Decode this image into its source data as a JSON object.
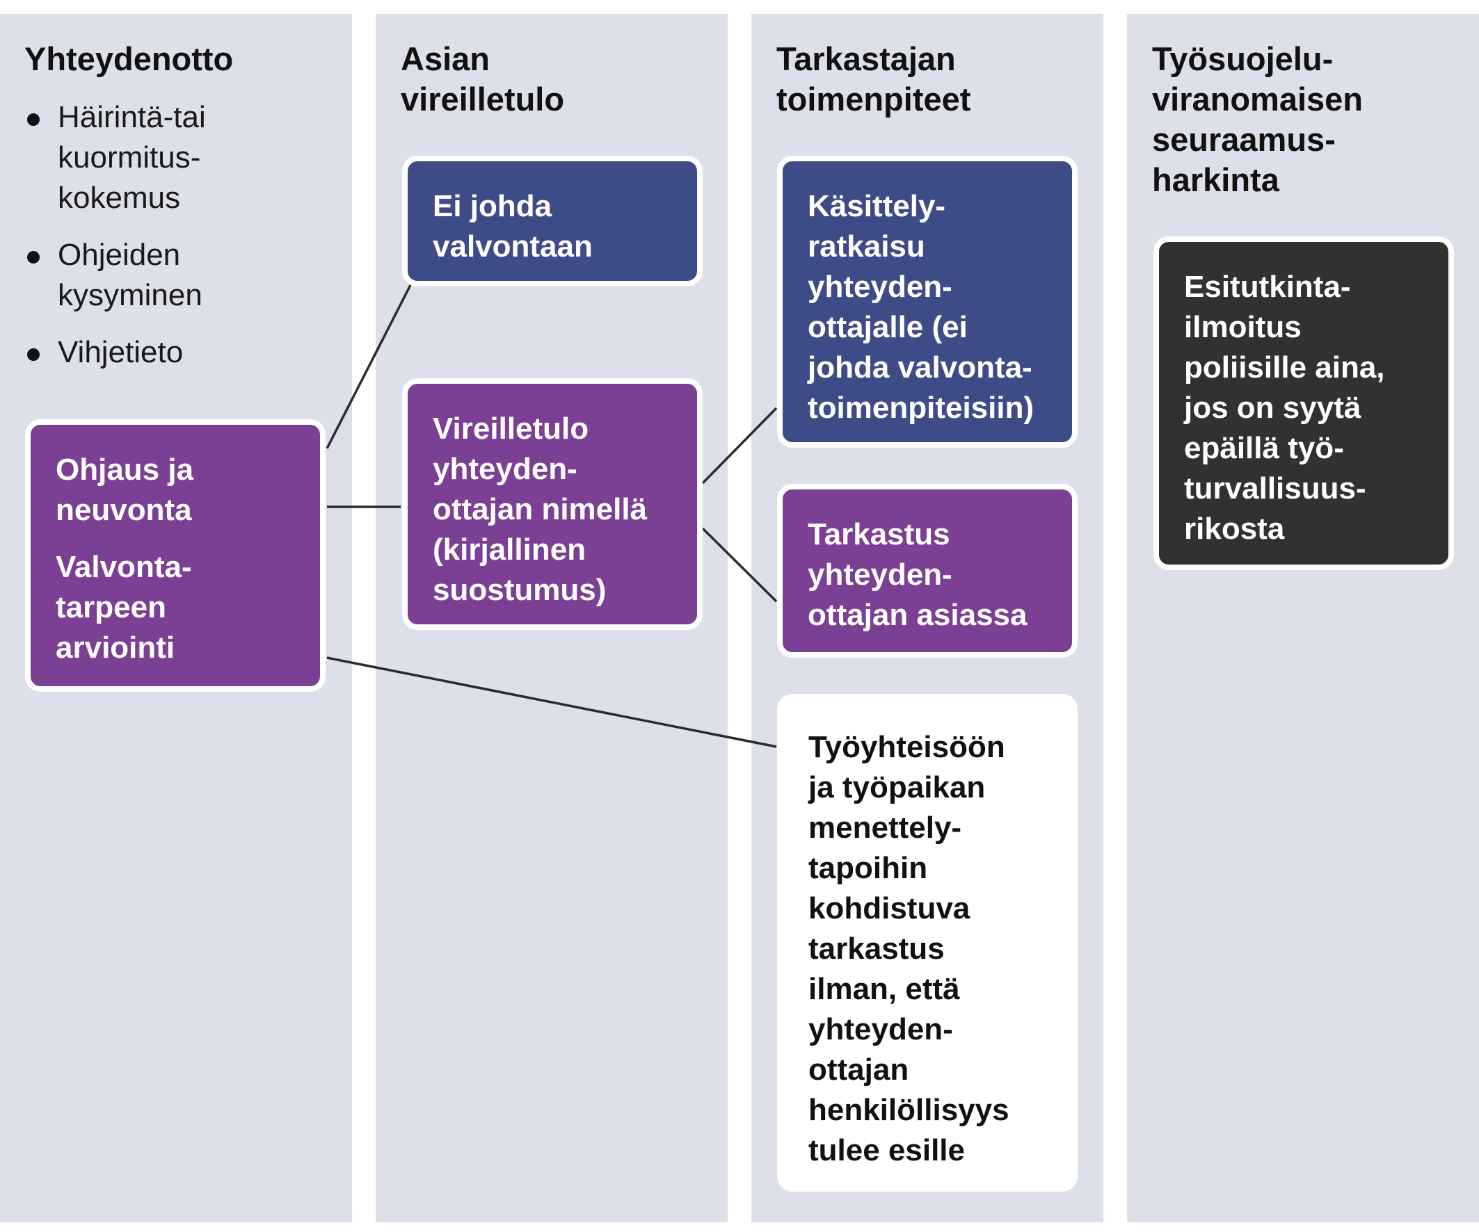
{
  "columns": [
    {
      "title": "Yhteydenotto",
      "bullets": [
        "Häirintä-tai\nkuormitus-\nkokemus",
        "Ohjeiden\nkysyminen",
        "Vihjetieto"
      ]
    },
    {
      "title": "Asian\nvireilletulo"
    },
    {
      "title": "Tarkastajan\ntoimenpiteet"
    },
    {
      "title": "Työsuojelu-\nviranomaisen\nseuraamus-\nharkinta"
    }
  ],
  "boxes": {
    "ohjaus": {
      "line1": "Ohjaus ja\nneuvonta",
      "line2": "Valvonta-\ntarpeen\narviointi"
    },
    "ei_johda": "Ei johda\nvalvontaan",
    "vireilletulo": "Vireilletulo\nyhteyden-\nottajan nimellä\n(kirjallinen\nsuostumus)",
    "kasittely": "Käsittely-\nratkaisu\nyhteyden-\nottajalle (ei\njohda valvonta-\ntoimenpiteisiin)",
    "tarkastus": "Tarkastus\nyhteyden-\nottajan asiassa",
    "tyoyhteiso": "Työyhteisöön\nja työpaikan\nmenettely-\ntapoihin\nkohdistuva\ntarkastus\nilman, että\nyhteyden-\nottajan\nhenkilöllisyys\ntulee esille",
    "esitutkinta": "Esitutkinta-\nilmoitus\npoliisille aina,\njos on syytä\nepäillä työ-\nturvallisuus-\nrikosta"
  },
  "colors": {
    "column_bg": "#dddfea",
    "purple": "#7b3f94",
    "blue": "#3d4c86",
    "dark": "#313131",
    "connector": "#2b2b2b"
  }
}
